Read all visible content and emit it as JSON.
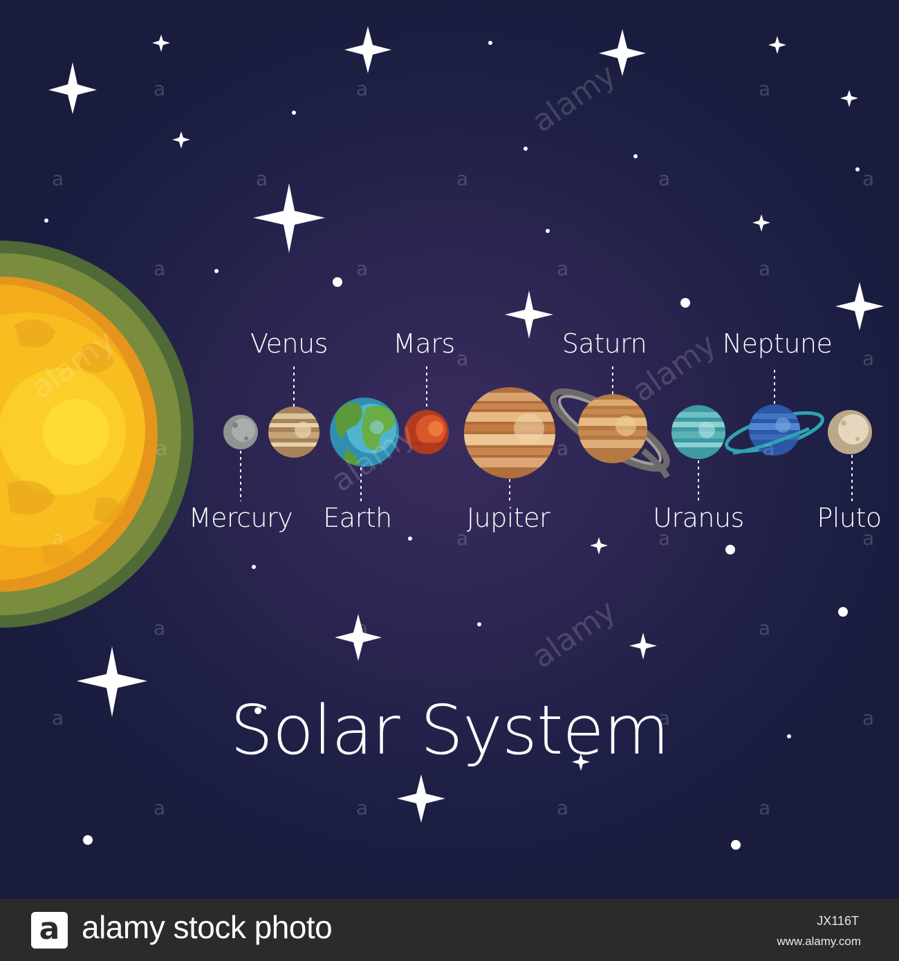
{
  "title": "Solar System",
  "planets": [
    {
      "name": "Mercury"
    },
    {
      "name": "Venus"
    },
    {
      "name": "Earth"
    },
    {
      "name": "Mars"
    },
    {
      "name": "Jupiter"
    },
    {
      "name": "Saturn"
    },
    {
      "name": "Uranus"
    },
    {
      "name": "Neptune"
    },
    {
      "name": "Pluto"
    }
  ],
  "watermark": {
    "text": "alamy",
    "letter": "a"
  },
  "footer": {
    "logo_letter": "a",
    "brand": "alamy stock photo",
    "image_id": "JX116T",
    "url": "www.alamy.com"
  },
  "colors": {
    "background": "#22214a",
    "sun_core": "#f7c21a",
    "sun_ring": "#7a8a3a",
    "footer_bg": "#2b2b2b"
  }
}
